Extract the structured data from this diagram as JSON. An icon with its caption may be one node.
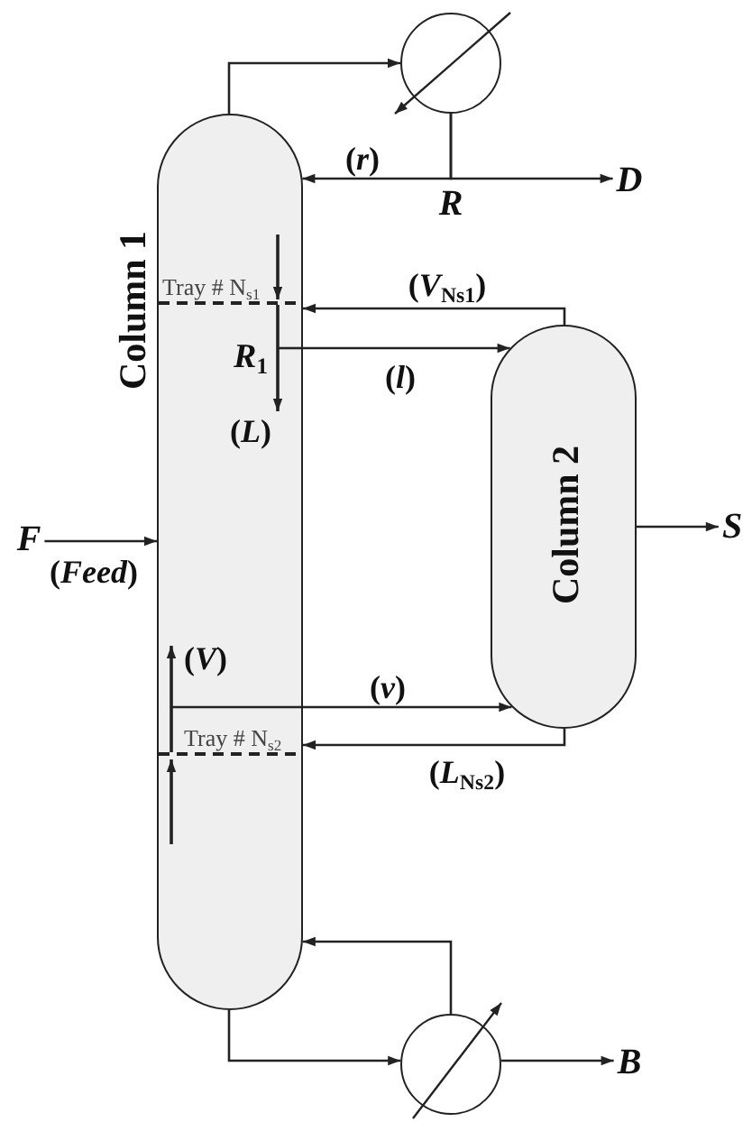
{
  "diagram": {
    "nodes": [
      {
        "text": [],
        "shape": "circle"
      },
      {
        "text": [
          "Column 1"
        ]
      },
      {
        "text": [
          "D"
        ]
      },
      {
        "text": [
          "Column 2"
        ]
      },
      {
        "text": [
          "F"
        ]
      },
      {
        "text": [
          "S"
        ]
      },
      {
        "text": [],
        "shape": "circle"
      },
      {
        "text": [
          "B"
        ]
      }
    ],
    "edges": [
      {
        "from": 1,
        "to": 0,
        "arrow": "to"
      },
      {
        "from": 0,
        "to": 1,
        "arrow": "to",
        "label": "(*r*)"
      },
      {
        "from": 0,
        "to": 2,
        "arrow": "to"
      },
      {
        "from": 3,
        "to": 1,
        "arrow": "to",
        "label": "(*V*$_{Ns1}$)"
      },
      {
        "from": 1,
        "to": 3,
        "arrow": "to",
        "label": "(*l*)"
      },
      {
        "from": 4,
        "to": 1,
        "arrow": "to",
        "label": "(*Feed*)"
      },
      {
        "from": 3,
        "to": 5,
        "arrow": "to"
      },
      {
        "from": 1,
        "to": 3,
        "arrow": "to",
        "label": "(*v*)"
      },
      {
        "from": 3,
        "to": 1,
        "arrow": "to",
        "label": "(*L*$_{Ns2}$)"
      },
      {
        "from": 1,
        "to": 6,
        "arrow": "to"
      },
      {
        "from": 6,
        "to": 1,
        "arrow": "to"
      },
      {
        "from": 6,
        "to": 7,
        "arrow": "to"
      }
    ],
    "labels": [
      "R",
      "Tray # N$_{s1}$",
      "*R*$_{1}$",
      "(*L*)",
      "(*V*)",
      "Tray # N$_{s2}$"
    ]
  }
}
